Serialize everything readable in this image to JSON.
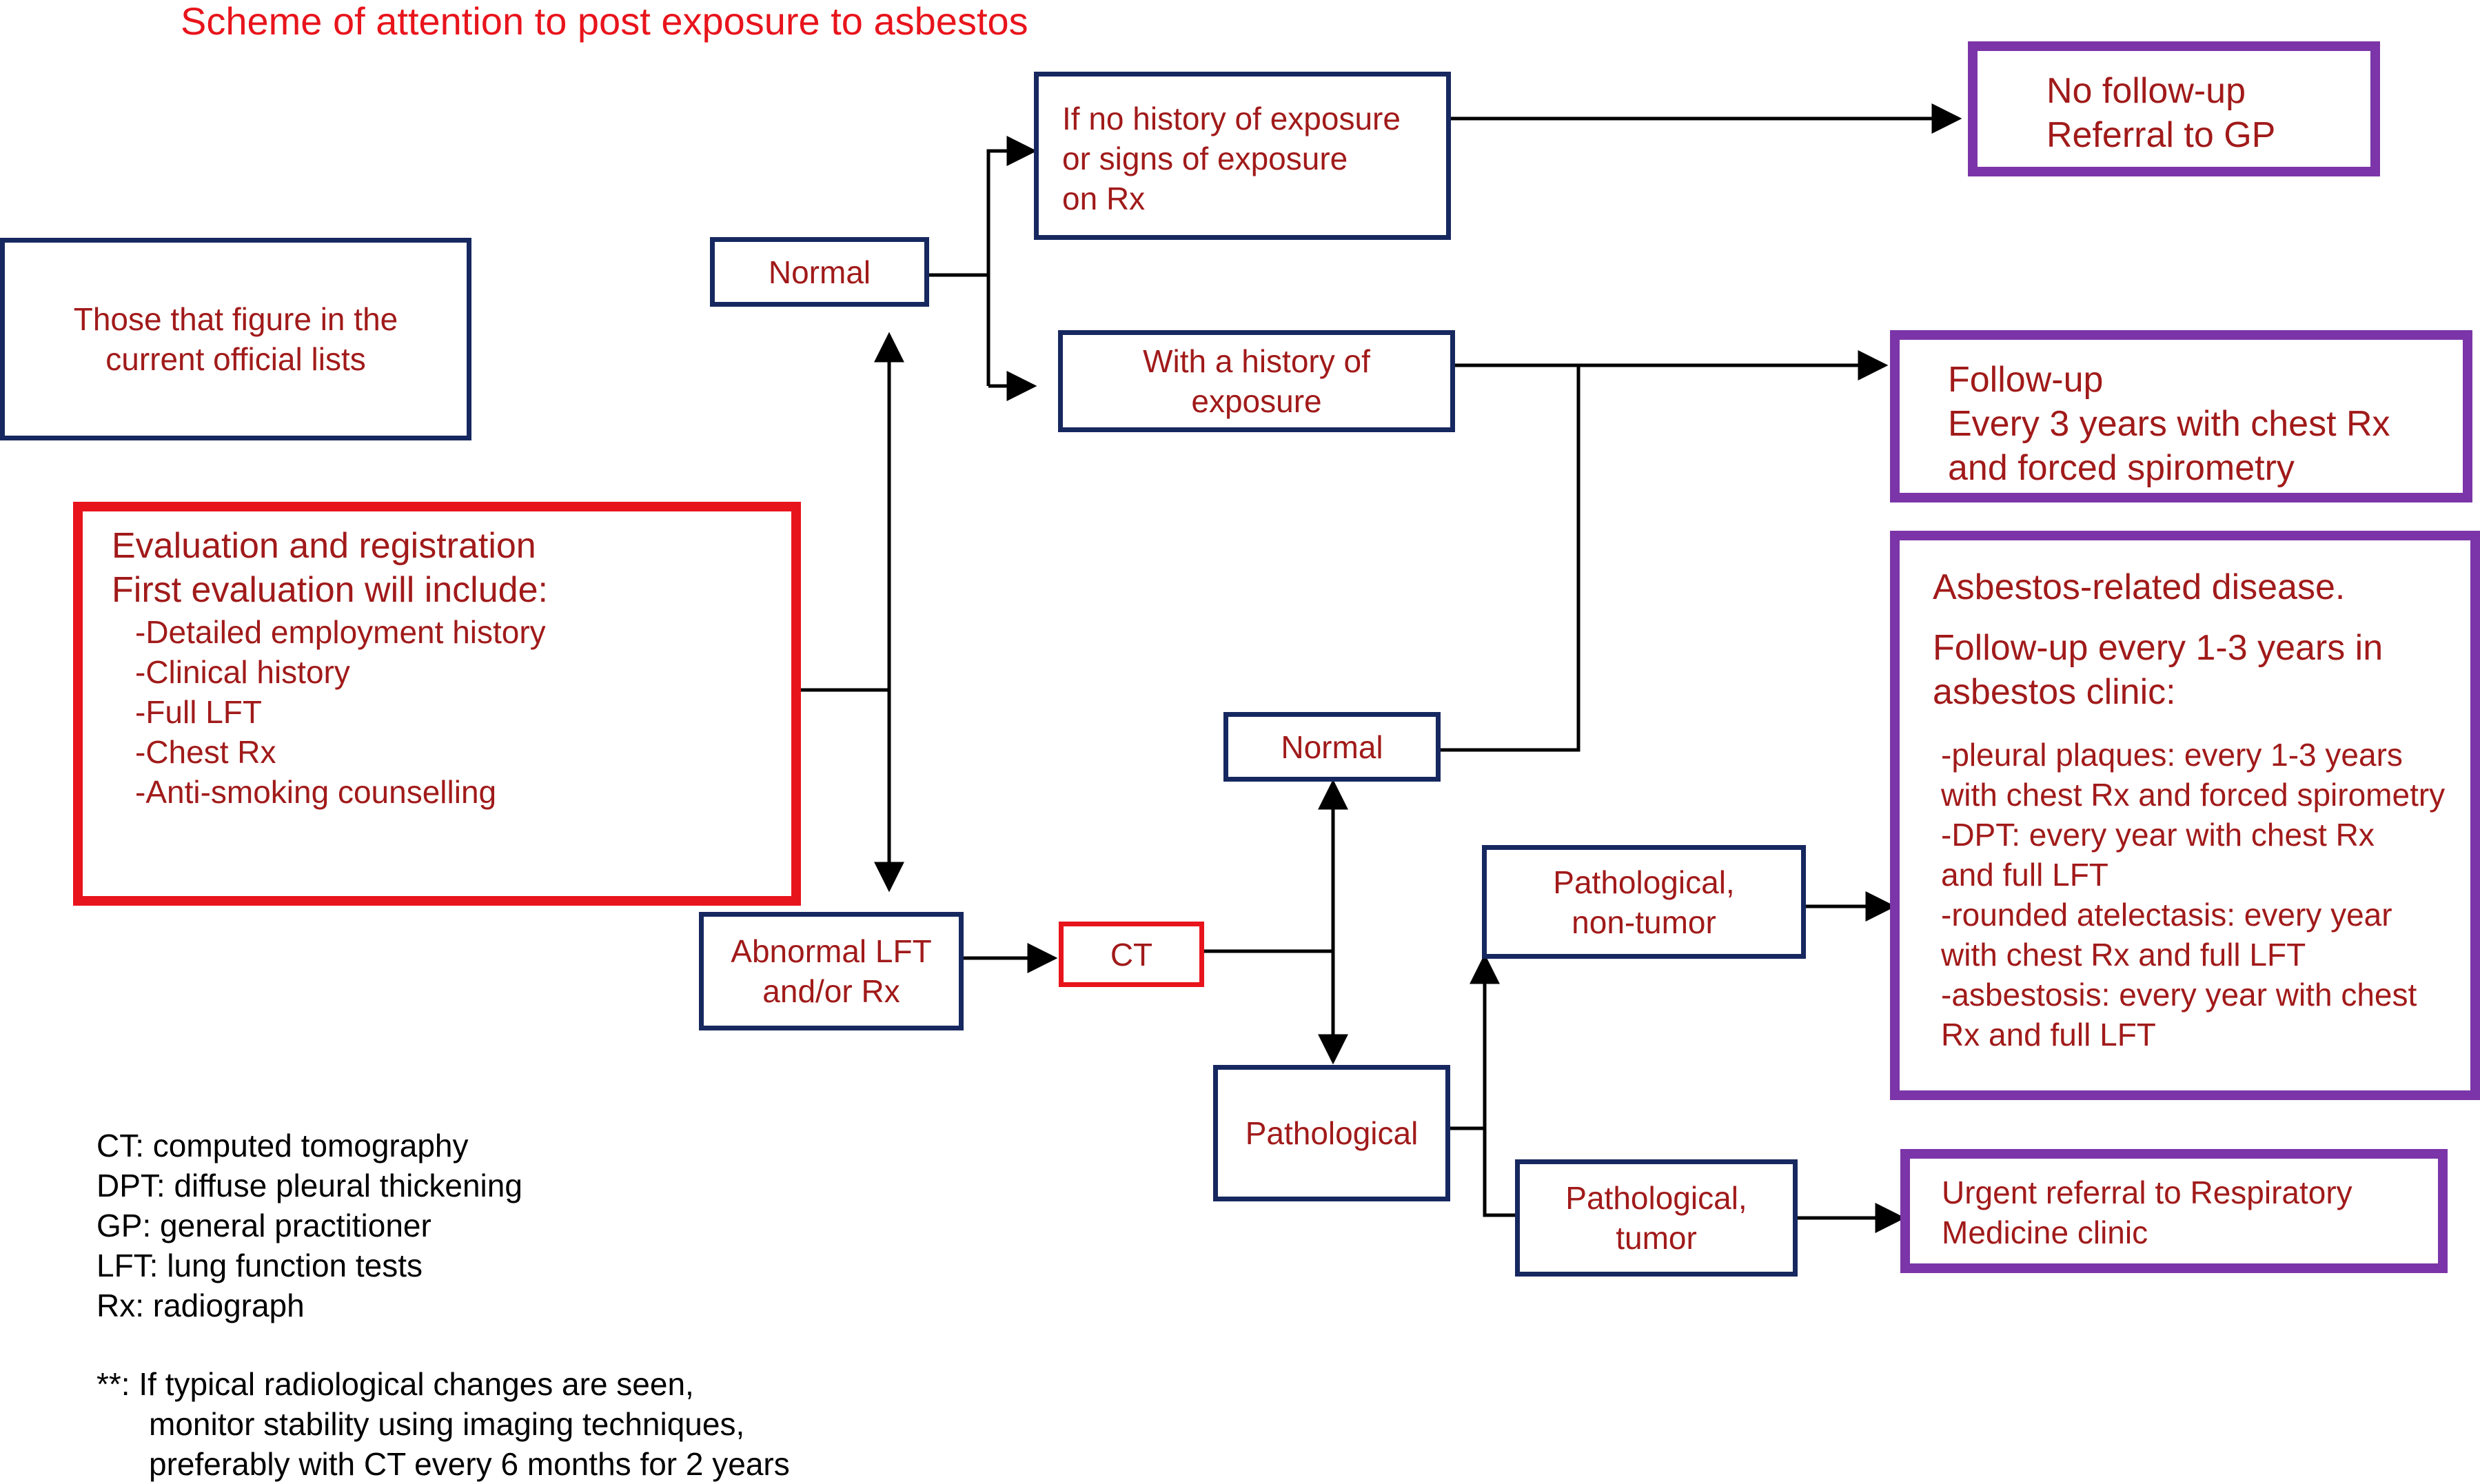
{
  "title": "Scheme of attention to post exposure to asbestos",
  "boxes": {
    "official_lists": [
      "Those that figure in the",
      "current official lists"
    ],
    "evaluation": {
      "heading": [
        "Evaluation and registration",
        "First evaluation will include:"
      ],
      "items": [
        "-Detailed employment history",
        "-Clinical history",
        "-Full LFT",
        "-Chest Rx",
        "-Anti-smoking counselling"
      ]
    },
    "normal_top": "Normal",
    "no_history": [
      "If no history of exposure",
      "or signs of exposure",
      "on Rx"
    ],
    "with_history": [
      "With a history of",
      "exposure"
    ],
    "no_followup": [
      "No follow-up",
      "Referral to GP"
    ],
    "followup": [
      "Follow-up",
      "Every 3 years with chest Rx",
      "and forced spirometry"
    ],
    "disease": {
      "heading": [
        "Asbestos-related disease."
      ],
      "subheading": [
        "Follow-up every 1-3 years in",
        "asbestos clinic:"
      ],
      "items": [
        "-pleural plaques: every 1-3 years",
        "with chest Rx and forced spirometry",
        "-DPT: every year with chest Rx",
        "and full LFT",
        "-rounded atelectasis: every year",
        "with chest Rx and full LFT",
        "-asbestosis: every year with chest",
        "Rx and full LFT"
      ]
    },
    "abnormal": [
      "Abnormal LFT",
      "and/or Rx"
    ],
    "ct": "CT",
    "normal_mid": "Normal",
    "pathological": "Pathological",
    "path_non_tumor": [
      "Pathological,",
      "non-tumor"
    ],
    "path_tumor": [
      "Pathological,",
      "tumor"
    ],
    "urgent": [
      "Urgent referral to Respiratory",
      "Medicine clinic"
    ]
  },
  "legend": [
    "CT: computed tomography",
    "DPT: diffuse pleural thickening",
    "GP: general practitioner",
    "LFT: lung function tests",
    "Rx: radiograph"
  ],
  "footnote": [
    "**:  If typical radiological changes are seen,",
    "monitor stability using imaging techniques,",
    "preferably with CT every 6 months for 2 years"
  ],
  "colors": {
    "navy_border": "#16285f",
    "purple_border": "#7b35a8",
    "red_border": "#e8141c",
    "box_text": "#a11a1a",
    "title": "#e8141c"
  }
}
